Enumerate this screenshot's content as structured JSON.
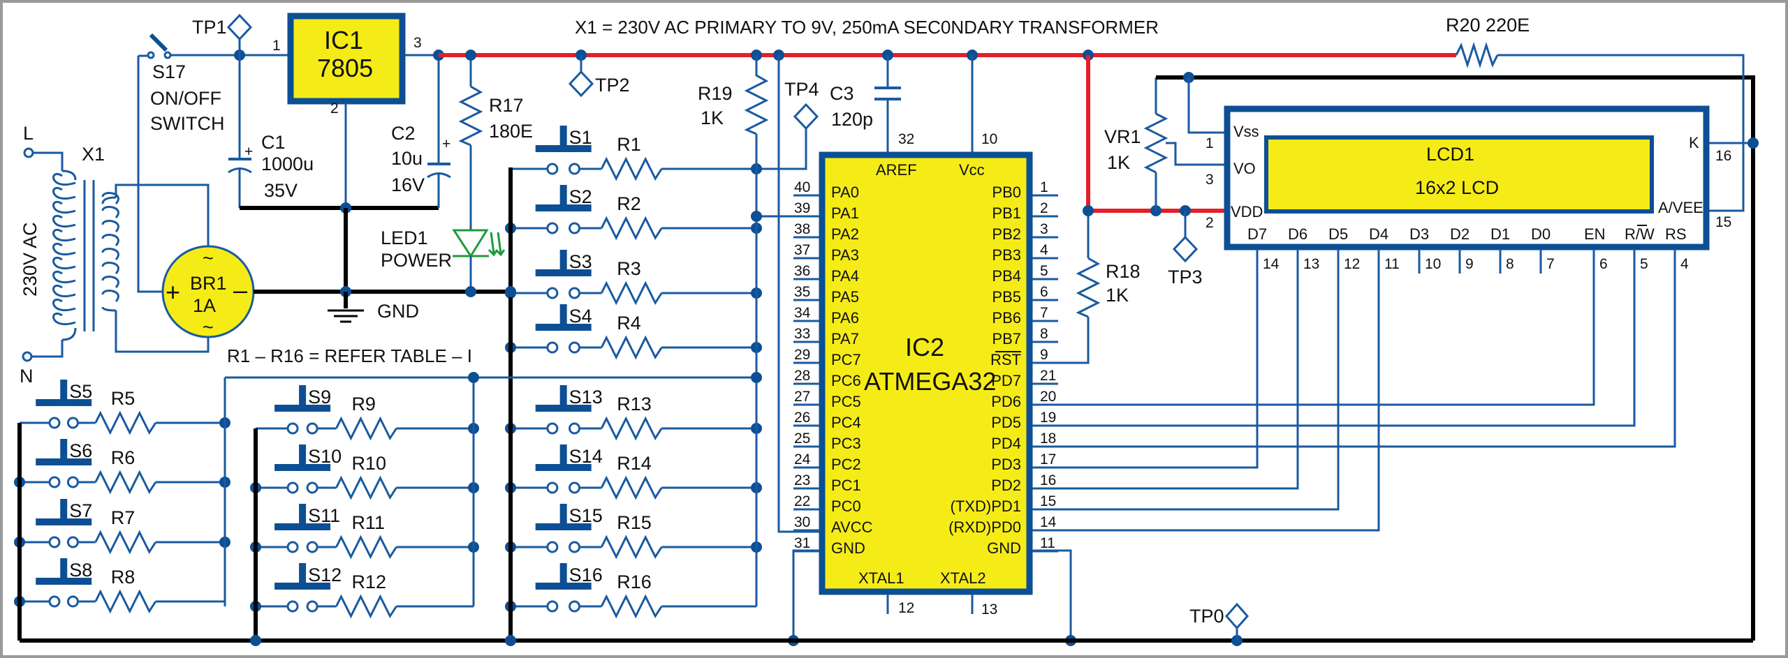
{
  "diagram": {
    "title_note": "X1 = 230V AC PRIMARY TO 9V, 250mA SEC0NDARY TRANSFORMER",
    "resistor_note": "R1 – R16 = REFER TABLE – I",
    "colors": {
      "wire": "#1a5aa0",
      "vcc_rail": "#e3202a",
      "ground_rail": "#000000",
      "ic_fill": "#f5ec17",
      "led": "#1e9a3c"
    }
  },
  "mains": {
    "live_label": "L",
    "neutral_label": "N",
    "voltage_label": "230V AC",
    "transformer_label": "X1"
  },
  "bridge": {
    "name": "BR1",
    "rating": "1A",
    "plus": "+",
    "minus": "–",
    "ac": "~"
  },
  "switch_main": {
    "name": "S17",
    "line1": "ON/OFF",
    "line2": "SWITCH"
  },
  "regulator": {
    "name": "IC1",
    "part": "7805",
    "pin_in": "1",
    "pin_gnd": "2",
    "pin_out": "3"
  },
  "capacitors": [
    {
      "name": "C1",
      "value": "1000u",
      "voltage": "35V"
    },
    {
      "name": "C2",
      "value": "10u",
      "voltage": "16V"
    },
    {
      "name": "C3",
      "value": "120p"
    }
  ],
  "resistors_fixed": [
    {
      "name": "R17",
      "value": "180E"
    },
    {
      "name": "R19",
      "value": "1K"
    },
    {
      "name": "R18",
      "value": "1K"
    },
    {
      "name": "R20",
      "value": "220E"
    }
  ],
  "pot": {
    "name": "VR1",
    "value": "1K",
    "pin_top": "1",
    "pin_wiper": "3",
    "pin_bottom": "2"
  },
  "led": {
    "name": "LED1",
    "function": "POWER"
  },
  "ground_label": "GND",
  "test_points": [
    "TP0",
    "TP1",
    "TP2",
    "TP3",
    "TP4"
  ],
  "keypad_rows": [
    {
      "switch": "S1",
      "resistor": "R1"
    },
    {
      "switch": "S2",
      "resistor": "R2"
    },
    {
      "switch": "S3",
      "resistor": "R3"
    },
    {
      "switch": "S4",
      "resistor": "R4"
    },
    {
      "switch": "S5",
      "resistor": "R5"
    },
    {
      "switch": "S6",
      "resistor": "R6"
    },
    {
      "switch": "S7",
      "resistor": "R7"
    },
    {
      "switch": "S8",
      "resistor": "R8"
    },
    {
      "switch": "S9",
      "resistor": "R9"
    },
    {
      "switch": "S10",
      "resistor": "R10"
    },
    {
      "switch": "S11",
      "resistor": "R11"
    },
    {
      "switch": "S12",
      "resistor": "R12"
    },
    {
      "switch": "S13",
      "resistor": "R13"
    },
    {
      "switch": "S14",
      "resistor": "R14"
    },
    {
      "switch": "S15",
      "resistor": "R15"
    },
    {
      "switch": "S16",
      "resistor": "R16"
    }
  ],
  "mcu": {
    "name": "IC2",
    "part": "ATMEGA32",
    "top_pins": [
      {
        "name": "AREF",
        "num": "32"
      },
      {
        "name": "Vcc",
        "num": "10"
      }
    ],
    "bottom_pins": [
      {
        "name": "XTAL1",
        "num": "12"
      },
      {
        "name": "XTAL2",
        "num": "13"
      }
    ],
    "left_pins": [
      {
        "name": "PA0",
        "num": "40"
      },
      {
        "name": "PA1",
        "num": "39"
      },
      {
        "name": "PA2",
        "num": "38"
      },
      {
        "name": "PA3",
        "num": "37"
      },
      {
        "name": "PA4",
        "num": "36"
      },
      {
        "name": "PA5",
        "num": "35"
      },
      {
        "name": "PA6",
        "num": "34"
      },
      {
        "name": "PA7",
        "num": "33"
      },
      {
        "name": "PC7",
        "num": "29"
      },
      {
        "name": "PC6",
        "num": "28"
      },
      {
        "name": "PC5",
        "num": "27"
      },
      {
        "name": "PC4",
        "num": "26"
      },
      {
        "name": "PC3",
        "num": "25"
      },
      {
        "name": "PC2",
        "num": "24"
      },
      {
        "name": "PC1",
        "num": "23"
      },
      {
        "name": "PC0",
        "num": "22"
      },
      {
        "name": "AVCC",
        "num": "30"
      },
      {
        "name": "GND",
        "num": "31"
      }
    ],
    "right_pins": [
      {
        "name": "PB0",
        "num": "1"
      },
      {
        "name": "PB1",
        "num": "2"
      },
      {
        "name": "PB2",
        "num": "3"
      },
      {
        "name": "PB3",
        "num": "4"
      },
      {
        "name": "PB4",
        "num": "5"
      },
      {
        "name": "PB5",
        "num": "6"
      },
      {
        "name": "PB6",
        "num": "7"
      },
      {
        "name": "PB7",
        "num": "8"
      },
      {
        "name": "RST",
        "num": "9"
      },
      {
        "name": "PD7",
        "num": "21"
      },
      {
        "name": "PD6",
        "num": "20"
      },
      {
        "name": "PD5",
        "num": "19"
      },
      {
        "name": "PD4",
        "num": "18"
      },
      {
        "name": "PD3",
        "num": "17"
      },
      {
        "name": "PD2",
        "num": "16"
      },
      {
        "name": "(TXD)PD1",
        "num": "15"
      },
      {
        "name": "(RXD)PD0",
        "num": "14"
      },
      {
        "name": "GND",
        "num": "11"
      }
    ]
  },
  "lcd": {
    "name": "LCD1",
    "type": "16x2 LCD",
    "left_pins": [
      {
        "name": "Vss",
        "num": "1"
      },
      {
        "name": "VO",
        "num": "3"
      },
      {
        "name": "VDD",
        "num": "2"
      }
    ],
    "right_pins": [
      {
        "name": "K",
        "num": "16"
      },
      {
        "name": "A/VEE",
        "num": "15"
      }
    ],
    "bottom_pins": [
      {
        "name": "D7",
        "num": "14"
      },
      {
        "name": "D6",
        "num": "13"
      },
      {
        "name": "D5",
        "num": "12"
      },
      {
        "name": "D4",
        "num": "11"
      },
      {
        "name": "D3",
        "num": "10"
      },
      {
        "name": "D2",
        "num": "9"
      },
      {
        "name": "D1",
        "num": "8"
      },
      {
        "name": "D0",
        "num": "7"
      },
      {
        "name": "EN",
        "num": "6"
      },
      {
        "name": "R/W",
        "num": "5"
      },
      {
        "name": "RS",
        "num": "4"
      }
    ]
  }
}
